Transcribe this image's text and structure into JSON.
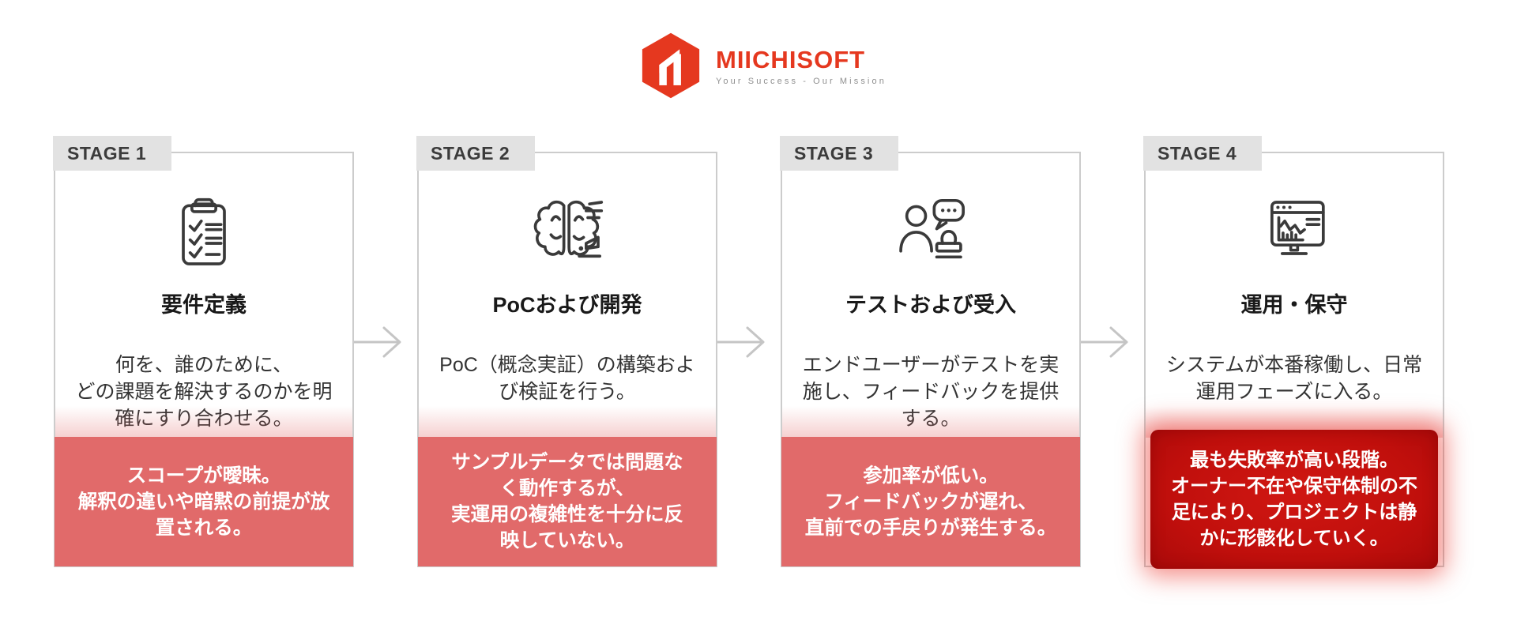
{
  "logo": {
    "brand": "MIICHISOFT",
    "tagline": "Your Success - Our Mission",
    "icon": "hexagon-m-logo-icon",
    "brand_color": "#e5381f",
    "tagline_color": "#8f8f8f"
  },
  "colors": {
    "page_background": "#ffffff",
    "card_border": "#cccccc",
    "tab_background": "#e2e2e2",
    "tab_text": "#3b3b3b",
    "risk_background": "#e16a6a",
    "risk_highlight_background": "#c00f0c",
    "risk_text": "#ffffff",
    "arrow": "#c5c5c5",
    "body_text": "#333333"
  },
  "stages": [
    {
      "tab": "STAGE 1",
      "icon": "clipboard-checklist-icon",
      "title": "要件定義",
      "description": "何を、誰のために、\nどの課題を解決するのかを明\n確にすり合わせる。",
      "risk": "スコープが曖昧。\n解釈の違いや暗黙の前提が放\n置される。",
      "risk_style": "normal"
    },
    {
      "tab": "STAGE 2",
      "icon": "brain-icon",
      "title": "PoCおよび開発",
      "description": "PoC（概念実証）の構築およ\nび検証を行う。",
      "risk": "サンプルデータでは問題な\nく動作するが、\n実運用の複雑性を十分に反\n映していない。",
      "risk_style": "normal"
    },
    {
      "tab": "STAGE 3",
      "icon": "user-feedback-stamp-icon",
      "title": "テストおよび受入",
      "description": "エンドユーザーがテストを実\n施し、フィードバックを提供\nする。",
      "risk": "参加率が低い。\nフィードバックが遅れ、\n直前での手戻りが発生する。",
      "risk_style": "normal"
    },
    {
      "tab": "STAGE 4",
      "icon": "monitor-chart-icon",
      "title": "運用・保守",
      "description": "システムが本番稼働し、日常\n運用フェーズに入る。",
      "risk": "最も失敗率が高い段階。\nオーナー不在や保守体制の不\n足により、プロジェクトは静\nかに形骸化していく。",
      "risk_style": "highlight"
    }
  ]
}
